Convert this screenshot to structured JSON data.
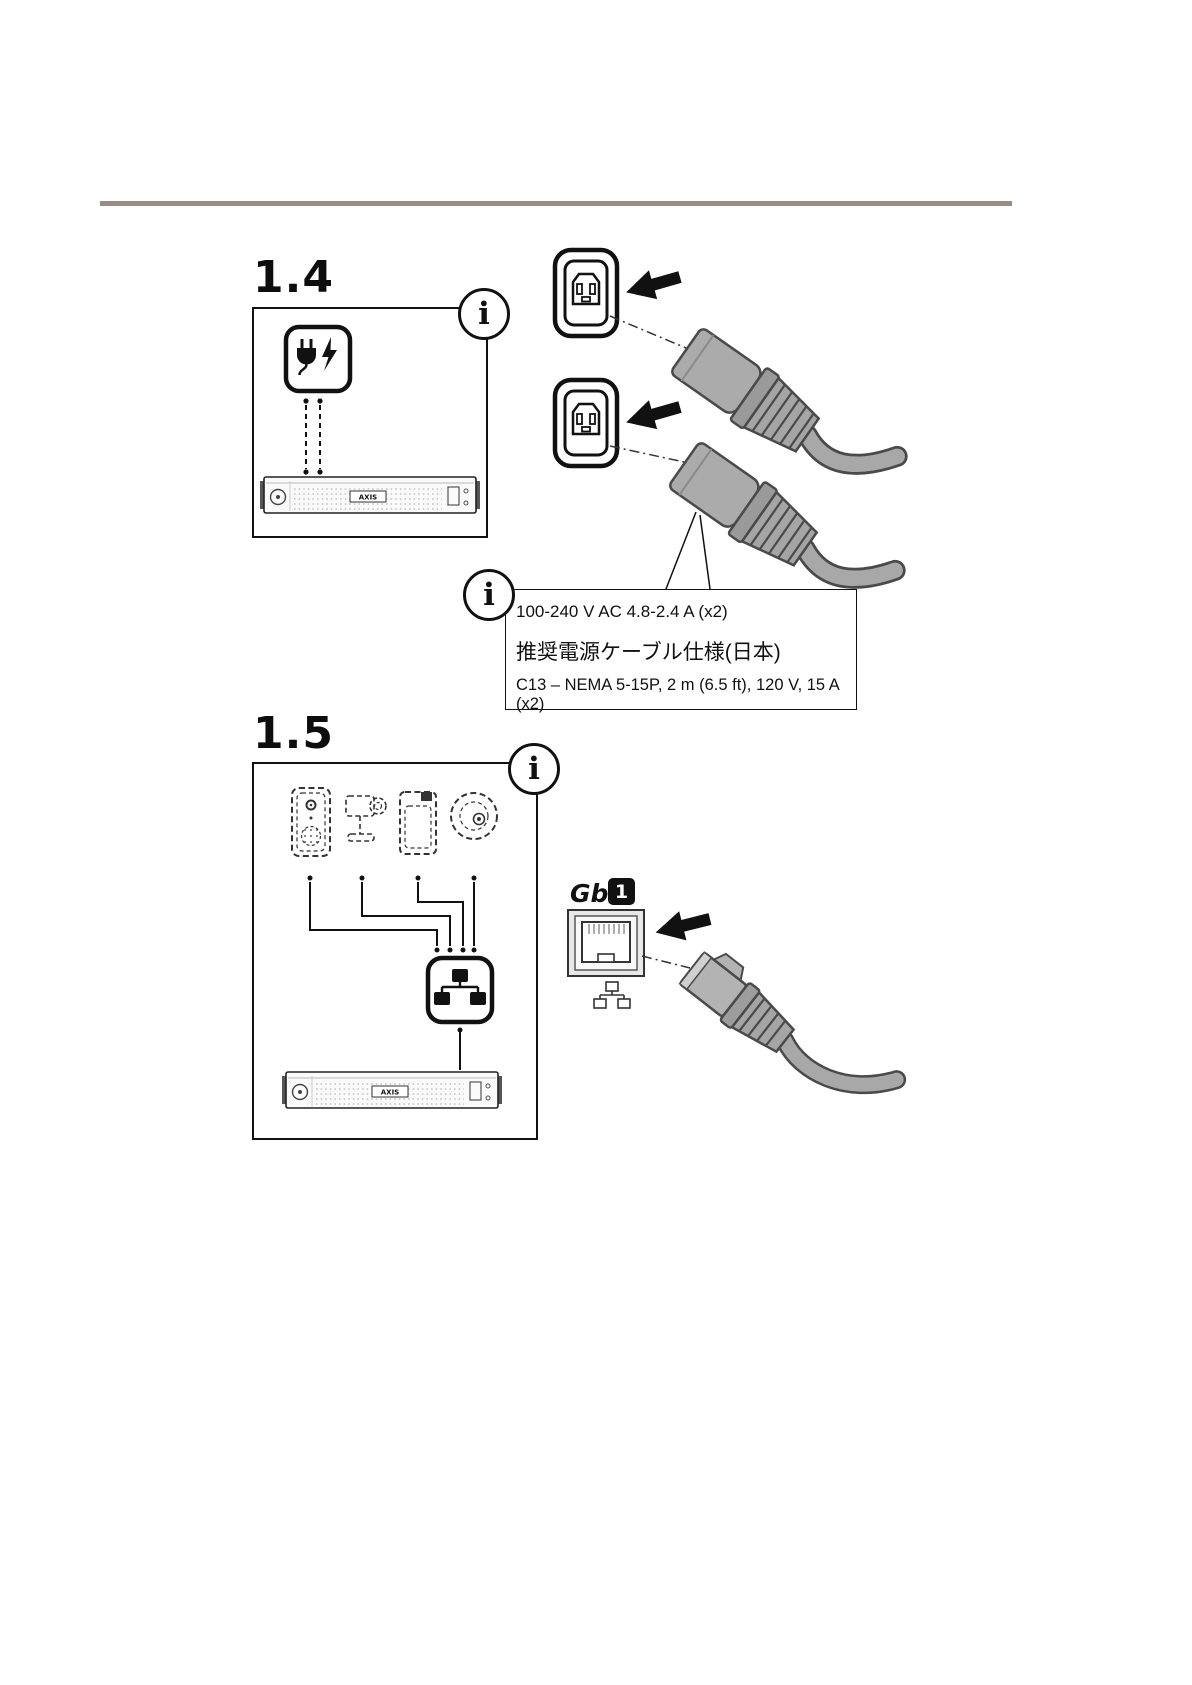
{
  "document": {
    "step_14": "1.4",
    "step_15": "1.5",
    "info_glyph": "i",
    "specs": {
      "voltage": "100-240 V AC 4.8-2.4 A (x2)",
      "jp_title": "推奨電源ケーブル仕様(日本)",
      "cable_spec": "C13 – NEMA 5-15P, 2 m (6.5 ft), 120 V, 15 A (x2)"
    },
    "network_port": {
      "label": "Gb",
      "number": "1"
    },
    "server_brand": "AXIS",
    "colors": {
      "rule": "#9a8d85",
      "outline": "#111111",
      "cable": "#a8a8a8"
    }
  }
}
